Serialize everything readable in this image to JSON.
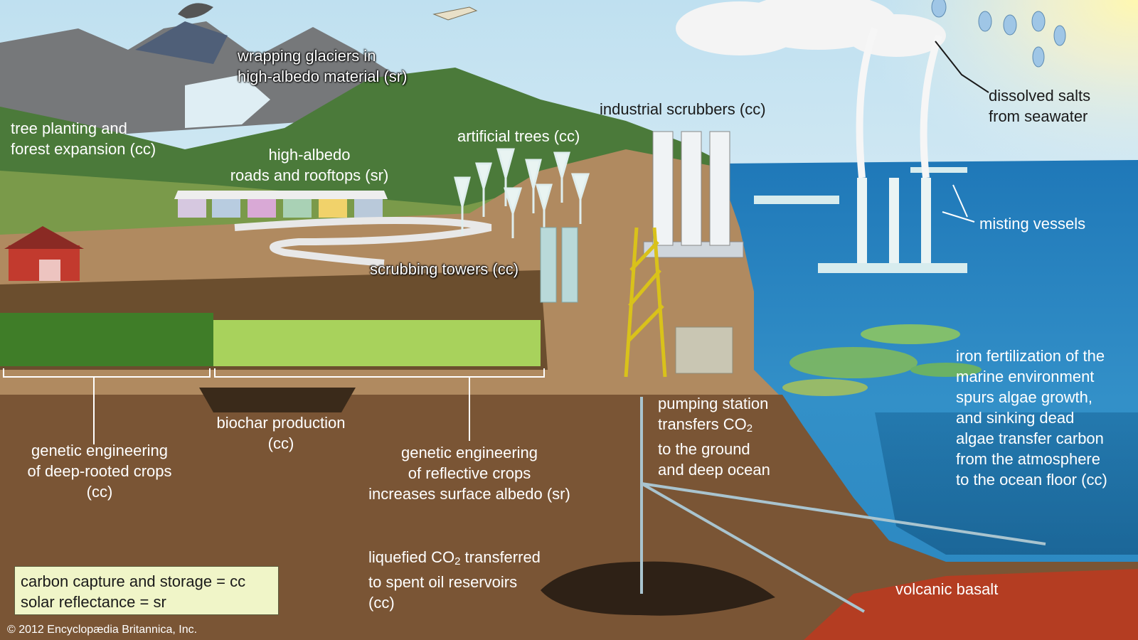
{
  "labels": {
    "glaciers": [
      "wrapping glaciers in",
      "high-albedo material (sr)"
    ],
    "tree_planting": [
      "tree planting and",
      "forest expansion (cc)"
    ],
    "roads": [
      "high-albedo",
      "roads and rooftops (sr)"
    ],
    "artificial_trees": "artificial trees (cc)",
    "industrial_scrubbers": "industrial scrubbers (cc)",
    "dissolved_salts": [
      "dissolved salts",
      "from seawater"
    ],
    "misting_vessels": "misting vessels",
    "scrubbing_towers": "scrubbing towers (cc)",
    "iron_fertilization": [
      "iron fertilization of the",
      "marine environment",
      "spurs algae growth,",
      "and sinking dead",
      "algae transfer carbon",
      "from the atmosphere",
      "to the ocean floor (cc)"
    ],
    "biochar": [
      "biochar production",
      "(cc)"
    ],
    "deep_rooted": [
      "genetic engineering",
      "of deep-rooted crops",
      "(cc)"
    ],
    "reflective_crops": [
      "genetic engineering",
      "of reflective crops",
      "increases surface albedo (sr)"
    ],
    "pumping_station": {
      "line1": "pumping station",
      "line2_pre": "transfers CO",
      "line2_sub": "2",
      "line3": "to the ground",
      "line4": "and deep ocean"
    },
    "liquefied": {
      "line1_pre": "liquefied CO",
      "line1_sub": "2",
      "line1_post": " transferred",
      "line2": "to spent oil reservoirs",
      "line3": "(cc)"
    },
    "volcanic_basalt": "volcanic basalt"
  },
  "legend": [
    "carbon capture and storage = cc",
    "solar reflectance = sr"
  ],
  "copyright": "© 2012 Encyclopædia Britannica, Inc."
}
